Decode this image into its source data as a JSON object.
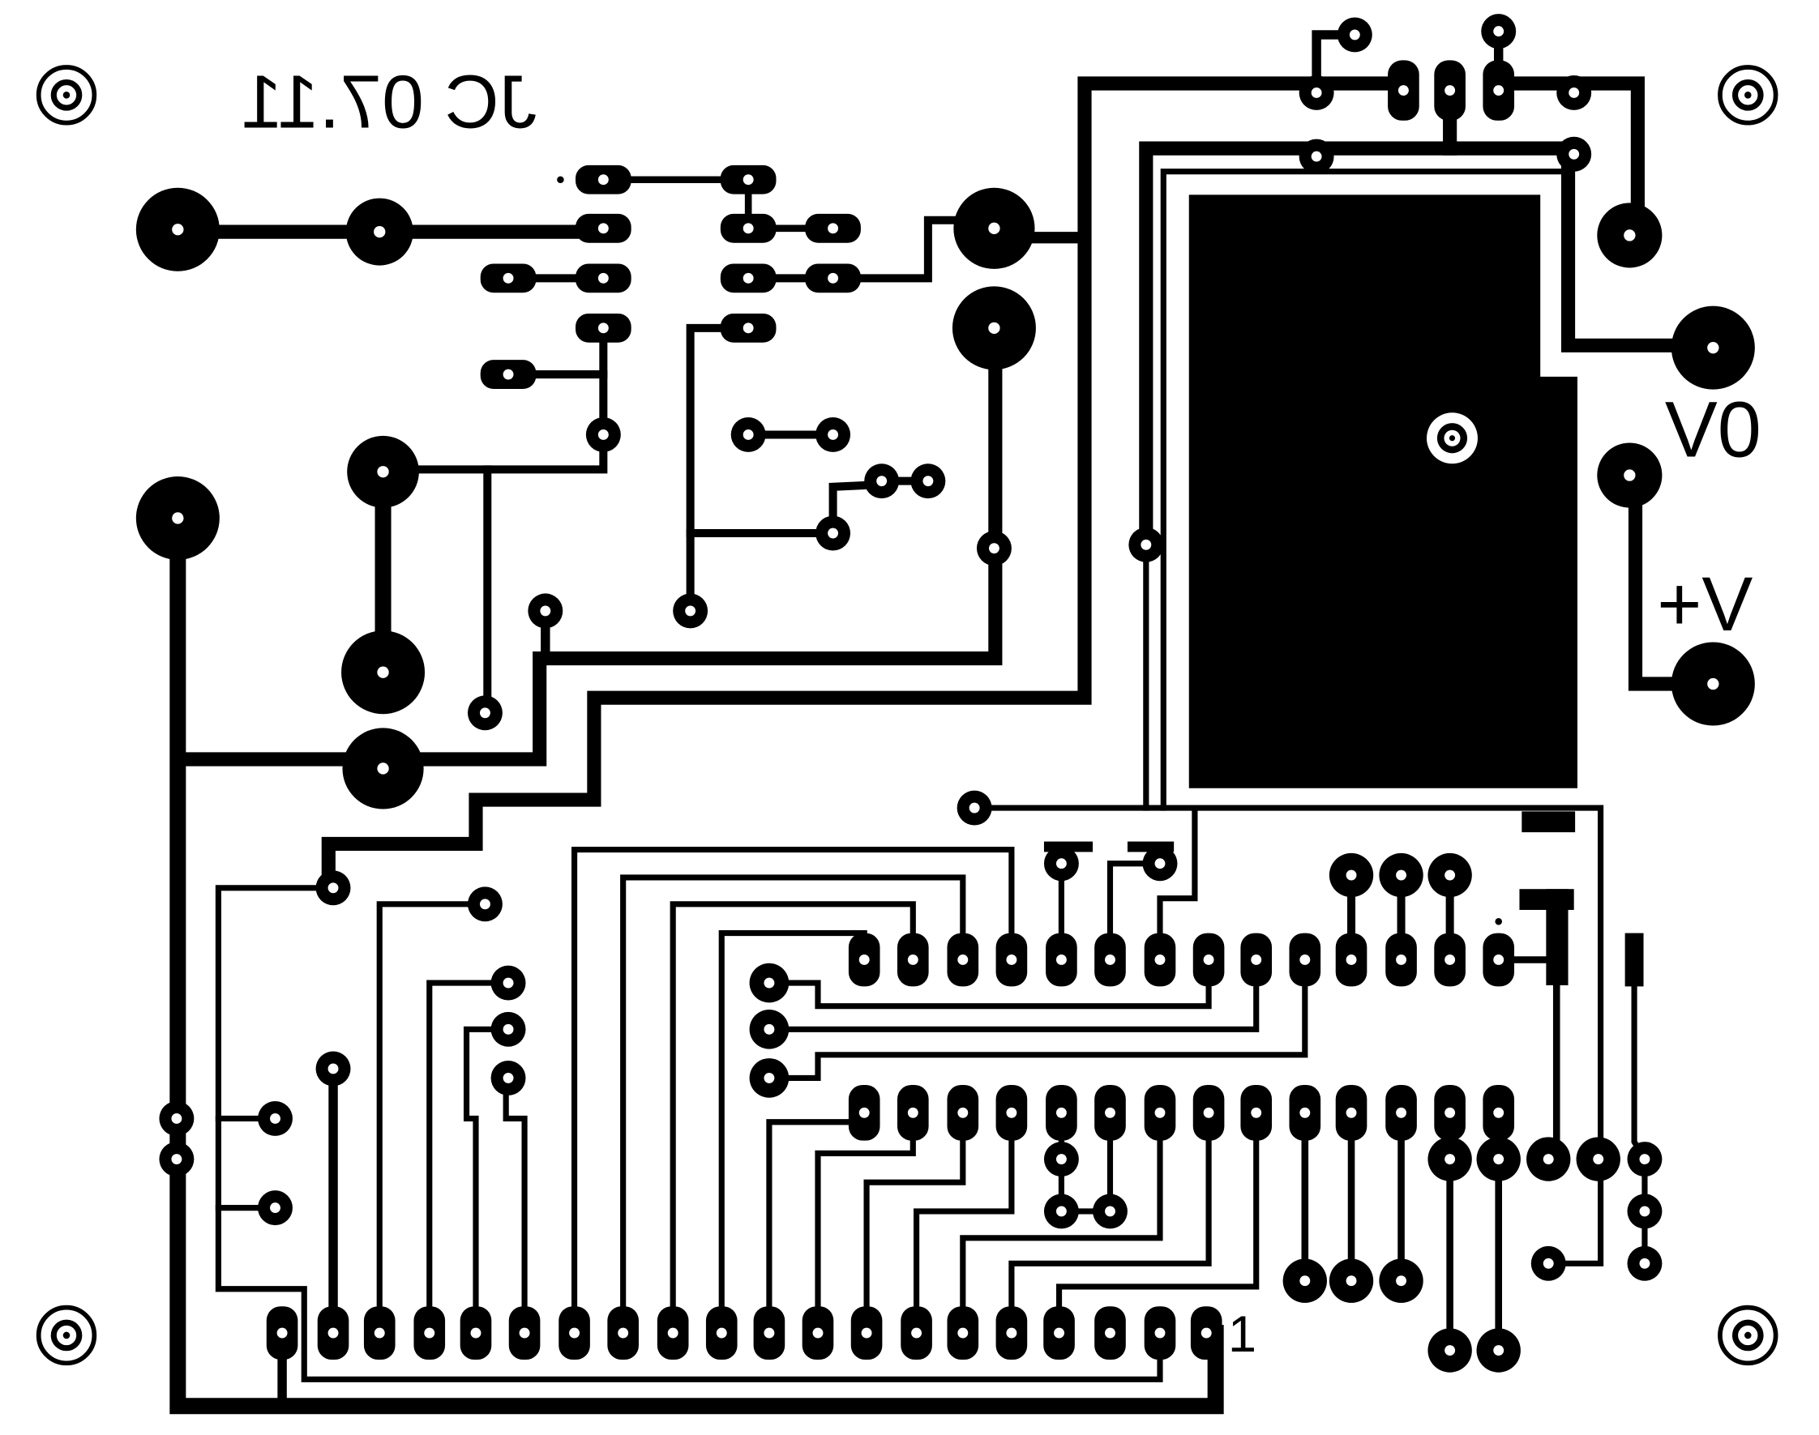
{
  "silkscreen": {
    "board_id": "JC 07.11",
    "mirrored": true
  },
  "terminal_labels": {
    "ground": "V0",
    "supply": "+V"
  },
  "connector": {
    "pin1_marker": "1"
  },
  "colors": {
    "copper": "#000000",
    "substrate": "#ffffff"
  }
}
